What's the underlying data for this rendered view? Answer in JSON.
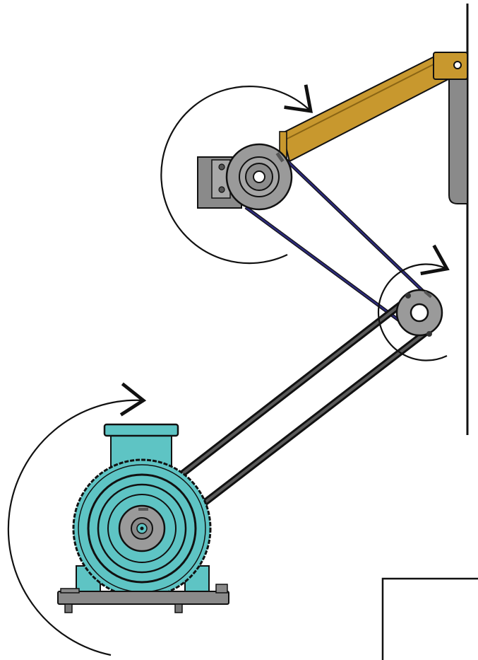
{
  "diagram": {
    "kind": "belt-drive mechanism",
    "components": [
      "electric-motor",
      "motor-pulley",
      "idler-pulley",
      "driven-pulley",
      "bearing-block",
      "lever-arm",
      "frame-post",
      "wall-bracket",
      "belt-drive-upper",
      "belt-drive-lower",
      "base-frame"
    ],
    "rotation_direction": "clockwise",
    "colors": {
      "motor_body": "#5ec4c4",
      "motor_dark": "#2f8f90",
      "pulley": "#9a9a9a",
      "pulley_dark": "#6a6a6a",
      "lever_arm": "#c8982e",
      "lever_arm_dark": "#8a6514",
      "belt_upper": "#2c2a7a",
      "belt_lower": "#333333",
      "block": "#8a8a8a",
      "stroke": "#111111"
    }
  }
}
